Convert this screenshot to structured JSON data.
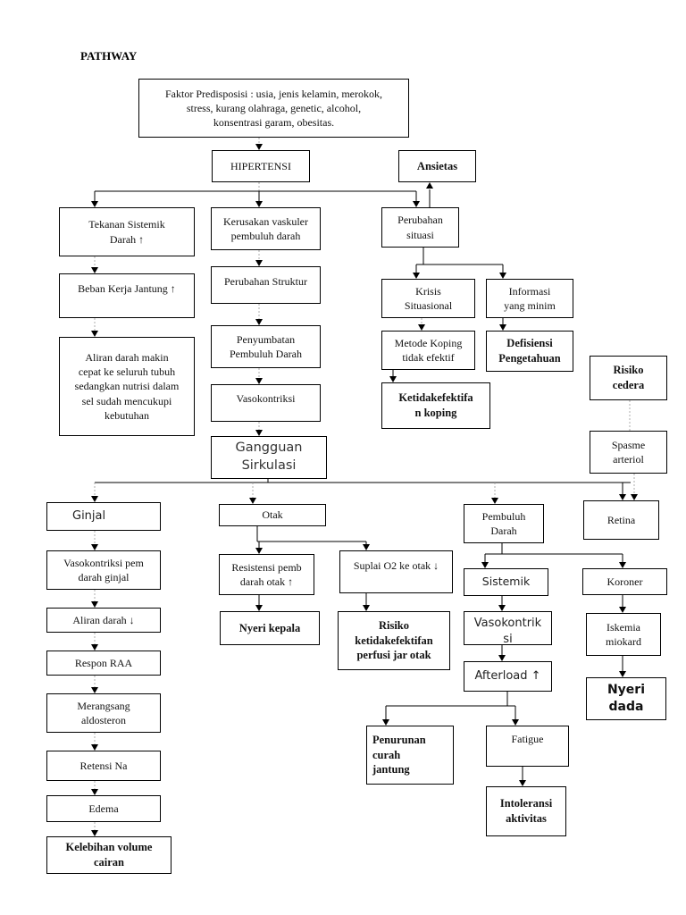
{
  "title": "PATHWAY",
  "nodes": {
    "faktor": "Faktor  Predisposisi : usia, jenis kelamin, merokok,\nstress, kurang olahraga, genetic, alcohol,\nkonsentrasi garam, obesitas.",
    "hipertensi": "HIPERTENSI",
    "ansietas": "Ansietas",
    "tekanan": "Tekanan Sistemik\nDarah ↑",
    "kerusakan": "Kerusakan vaskuler\npembuluh darah",
    "perubahan_situasi": "Perubahan\nsituasi",
    "beban": "Beban Kerja Jantung ↑",
    "perubahan_struktur": "Perubahan Struktur",
    "krisis": "Krisis\nSituasional",
    "informasi": "Informasi\nyang minim",
    "aliran_makin": "Aliran darah makin\ncepat ke seluruh tubuh\nsedangkan nutrisi dalam\nsel sudah mencukupi\nkebutuhan",
    "penyumbatan": "Penyumbatan\nPembuluh Darah",
    "metode": "Metode Koping\ntidak efektif",
    "defisiensi": "Defisiensi\nPengetahuan",
    "risiko_cedera": "Risiko\ncedera",
    "vasokontriksi": "Vasokontriksi",
    "ketidakefektifan_koping": "Ketidakefektifa\nn koping",
    "gangguan": "Gangguan\nSirkulasi",
    "spasme": "Spasme\narteriol",
    "ginjal": "Ginjal",
    "otak": "Otak",
    "pembuluh": "Pembuluh\nDarah",
    "retina": "Retina",
    "vaso_ginjal": "Vasokontriksi pem\ndarah ginjal",
    "resistensi": "Resistensi pemb\ndarah otak ↑",
    "suplai": "Suplai O2 ke otak ↓",
    "sistemik": "Sistemik",
    "koroner": "Koroner",
    "aliran_turun": "Aliran darah ↓",
    "nyeri_kepala": "Nyeri kepala",
    "risiko_perfusi": "Risiko\nketidakefektifan\nperfusi jar otak",
    "vasokontrik_si": "Vasokontrik\nsi",
    "iskemia": "Iskemia\nmiokard",
    "respon": "Respon RAA",
    "afterload": "Afterload ↑",
    "nyeri_dada": "Nyeri\ndada",
    "merangsang": "Merangsang\naldosteron",
    "penurunan": "Penurunan\ncurah\njantung",
    "fatigue": "Fatigue",
    "retensi": "Retensi Na",
    "intoleransi": "Intoleransi\naktivitas",
    "edema": "Edema",
    "kelebihan": "Kelebihan volume\ncairan"
  }
}
